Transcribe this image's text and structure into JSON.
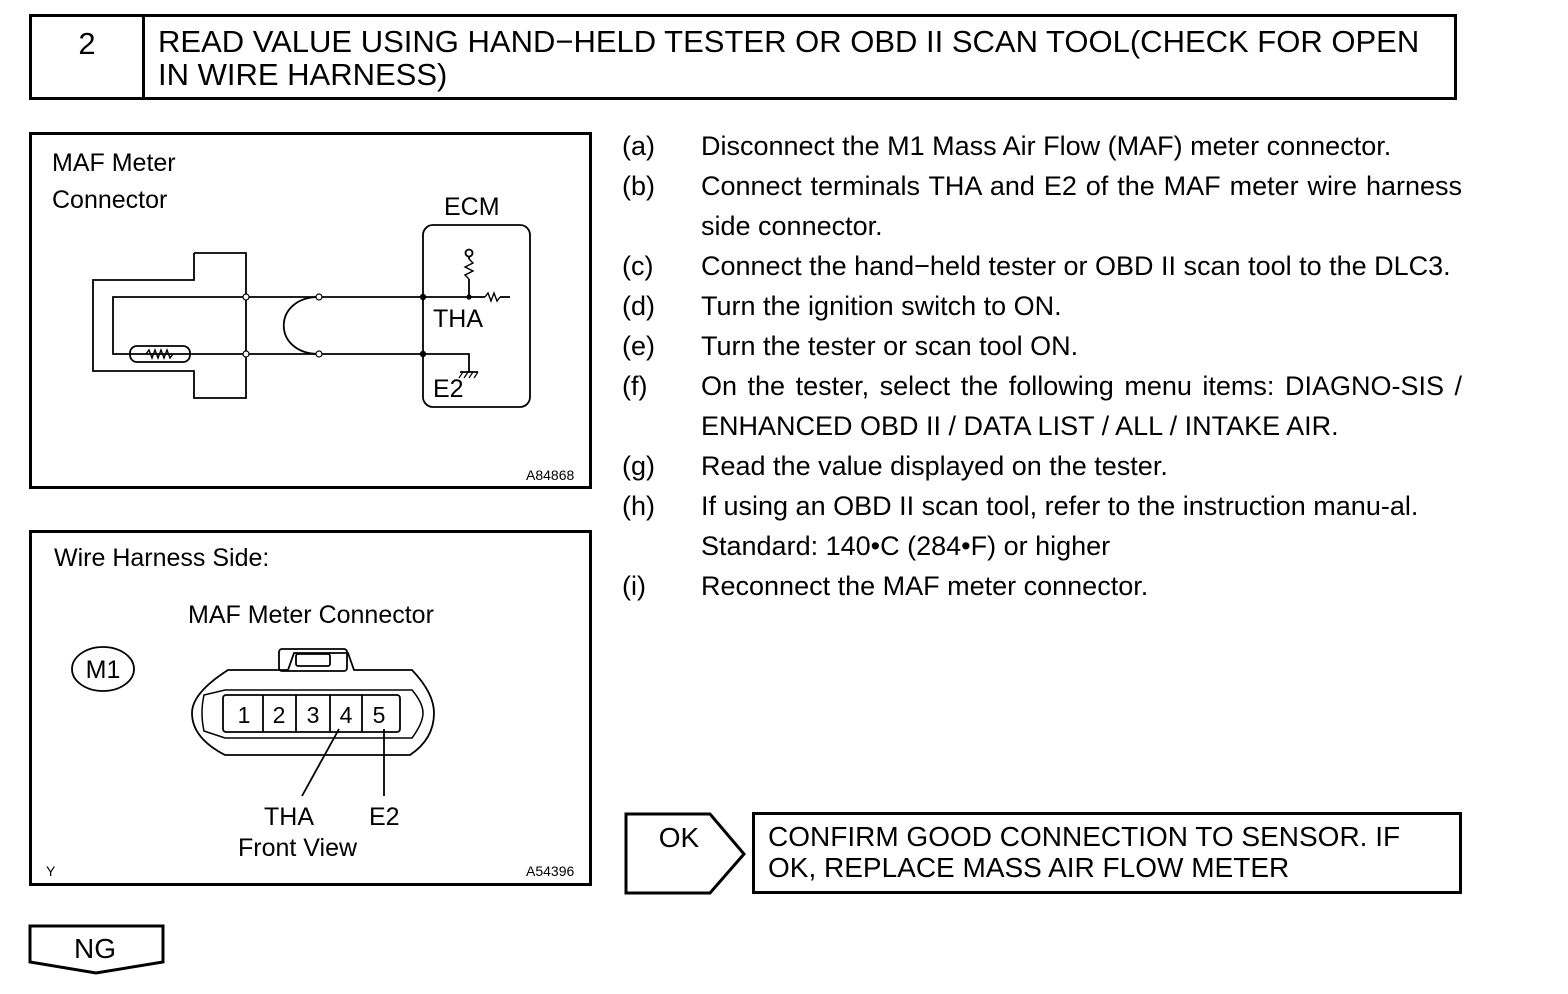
{
  "header": {
    "step_number": "2",
    "title": "READ VALUE USING HAND−HELD TESTER OR OBD II SCAN TOOL(CHECK FOR OPEN IN WIRE HARNESS)"
  },
  "figure_maf": {
    "label_line1": "MAF Meter",
    "label_line2": "Connector",
    "ecm_label": "ECM",
    "tha_label": "THA",
    "e2_label": "E2",
    "code": "A84868"
  },
  "figure_wire": {
    "title": "Wire Harness Side:",
    "connector_title": "MAF Meter Connector",
    "connector_id": "M1",
    "pins": [
      "1",
      "2",
      "3",
      "4",
      "5"
    ],
    "tha_label": "THA",
    "e2_label": "E2",
    "view_label": "Front View",
    "corner_mark": "Y",
    "code": "A54396"
  },
  "steps": [
    {
      "label": "(a)",
      "text": "Disconnect the M1 Mass Air Flow (MAF) meter connector."
    },
    {
      "label": "(b)",
      "text": "Connect terminals THA and E2 of the MAF meter wire harness side connector."
    },
    {
      "label": "(c)",
      "text": "Connect the hand−held tester or OBD II scan tool to the DLC3."
    },
    {
      "label": "(d)",
      "text": "Turn the ignition switch to ON."
    },
    {
      "label": "(e)",
      "text": "Turn the tester or scan tool ON."
    },
    {
      "label": "(f)",
      "text": "On the tester, select the following menu items: DIAGNO-SIS / ENHANCED OBD II / DATA LIST / ALL / INTAKE AIR."
    },
    {
      "label": "(g)",
      "text": "Read the value displayed on the tester."
    },
    {
      "label": "(h)",
      "text": "If using an OBD II scan tool, refer to the instruction manu-al."
    },
    {
      "label": "(i)",
      "text": "Reconnect the MAF meter connector."
    }
  ],
  "standard": "Standard: 140•C (284•F) or higher",
  "ok": {
    "label": "OK",
    "result_line1": "CONFIRM GOOD CONNECTION TO SENSOR. IF",
    "result_line2": "OK, REPLACE MASS AIR FLOW METER"
  },
  "ng": {
    "label": "NG"
  }
}
